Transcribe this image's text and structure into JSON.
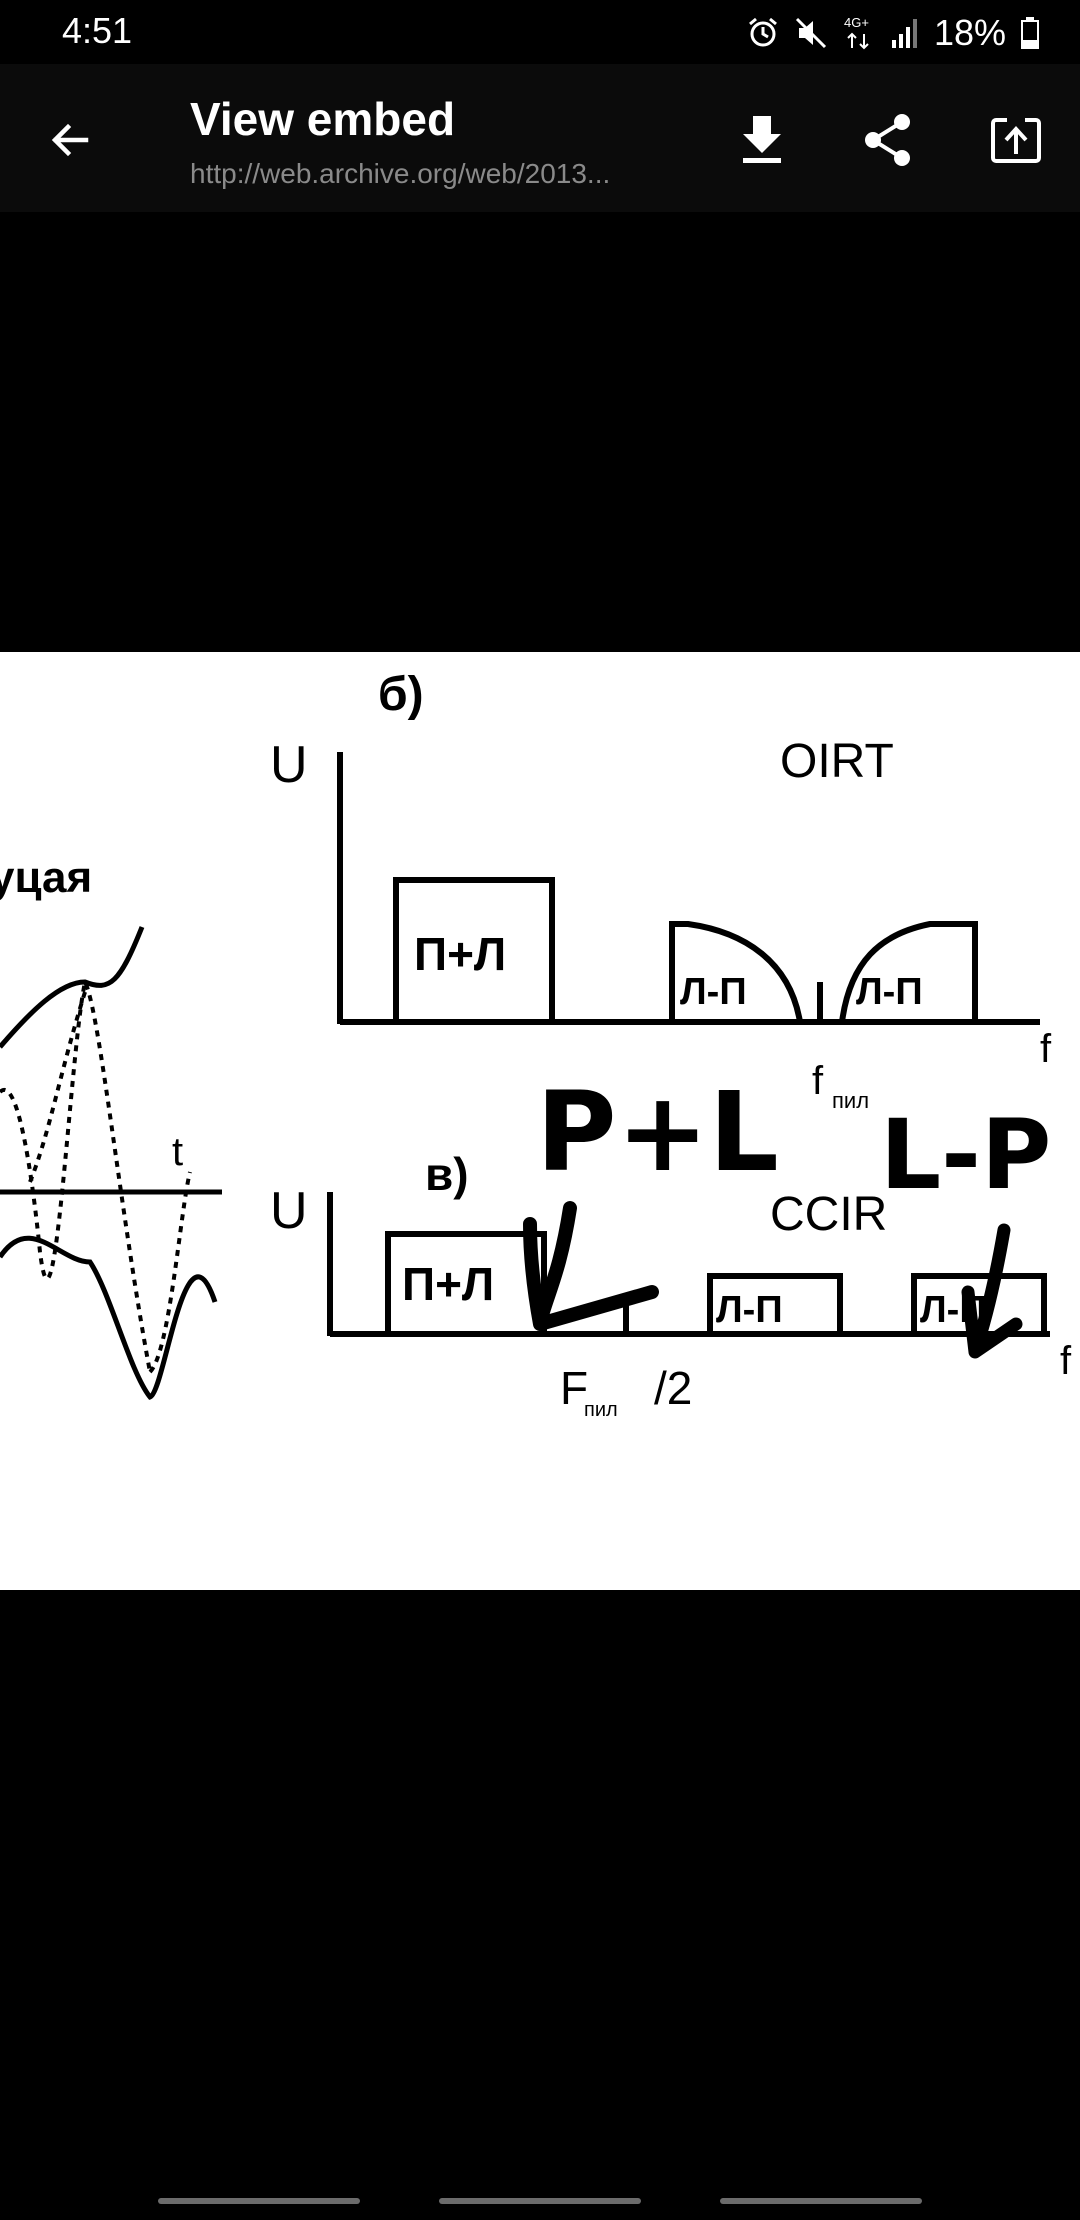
{
  "status": {
    "time": "4:51",
    "network": "4G+",
    "battery": "18%",
    "icons": [
      "alarm-icon",
      "mute-icon",
      "network-icon",
      "signal-icon",
      "battery-icon"
    ]
  },
  "appbar": {
    "title": "View embed",
    "subtitle": "http://web.archive.org/web/2013...",
    "actions": [
      "back-arrow-icon",
      "download-icon",
      "share-icon",
      "open-external-icon"
    ]
  },
  "figure": {
    "panel_b": {
      "label": "б)",
      "axis": "U",
      "standard": "OIRT",
      "band_sum": "П+Л",
      "band_diff_1": "Л-П",
      "band_diff_2": "Л-П",
      "freq_label": "f",
      "pilot_label": "f",
      "pilot_sub": "пил"
    },
    "panel_v": {
      "label": "в)",
      "axis": "U",
      "standard": "CCIR",
      "band_sum": "П+Л",
      "band_diff_1": "Л-П",
      "band_diff_2": "Л-П",
      "freq_label": "f",
      "pilot_label": "F",
      "pilot_sub": "пил",
      "pilot_suffix": "/2"
    },
    "left_fragment": {
      "text": "уцая",
      "axis": "t"
    },
    "handwriting": {
      "sum": "P+L",
      "diff": "L-P"
    }
  },
  "colors": {
    "background": "#000000",
    "appbar": "#0b0b0b",
    "subtitle": "#8a8a8a",
    "figure_bg": "#ffffff"
  }
}
